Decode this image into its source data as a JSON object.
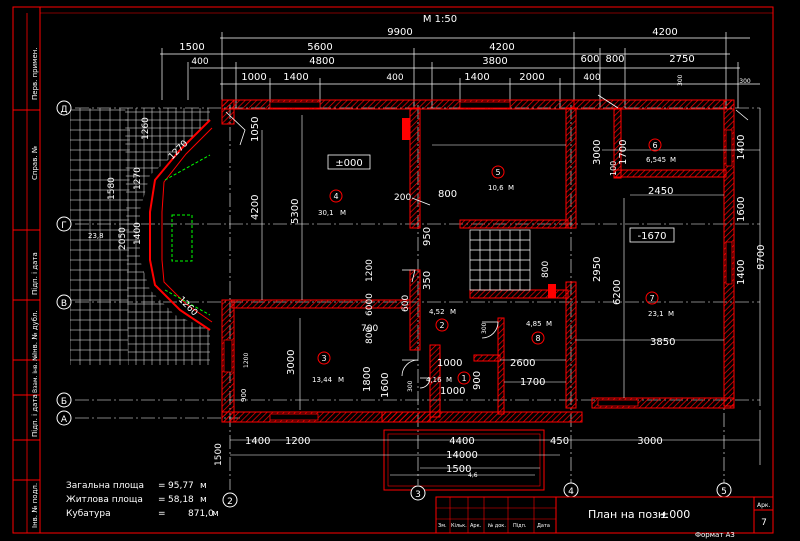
{
  "scale_label": "M 1:50",
  "dims_top": {
    "row1": [
      "9900",
      "4200"
    ],
    "row2": [
      "1500",
      "5600",
      "4200",
      "600",
      "800",
      "2750"
    ],
    "row3": [
      "400",
      "4800",
      "3800",
      "300"
    ],
    "row4": [
      "1000",
      "1400",
      "400",
      "1400",
      "2000",
      "400",
      "300"
    ]
  },
  "dims_interior": [
    "1050",
    "4200",
    "5300",
    "200",
    "800",
    "1700",
    "3000",
    "1400",
    "100",
    "2450",
    "1600",
    "1400",
    "8700",
    "950",
    "350",
    "1200",
    "800",
    "6000",
    "6200",
    "2950",
    "600",
    "800",
    "700",
    "1000",
    "2600",
    "1700",
    "3850",
    "1800",
    "1600",
    "3000",
    "1200",
    "900",
    "1000",
    "900",
    "300",
    "300"
  ],
  "dims_left_bay": [
    "1260",
    "1580",
    "1270",
    "2050",
    "1400",
    "1270",
    "1260"
  ],
  "dims_bottom": [
    "1400",
    "1200",
    "4400",
    "450",
    "3000",
    "14000",
    "1500",
    "1500"
  ],
  "levels": {
    "main": "±000",
    "low": "-1670"
  },
  "rooms": [
    {
      "num": "4",
      "area": "30,1"
    },
    {
      "num": "5",
      "area": "10,6"
    },
    {
      "num": "6",
      "area": "6,545"
    },
    {
      "num": "7",
      "area": "23,1"
    },
    {
      "num": "3",
      "area": "13,44"
    },
    {
      "num": "2",
      "area": "4,52"
    },
    {
      "num": "1",
      "area": "4,16"
    },
    {
      "num": "8",
      "area": "4,85"
    }
  ],
  "bay_area": "23,8",
  "porch_area": "4,6",
  "unit_m": "M",
  "unit_m2": "м²",
  "axes_left": [
    "Д",
    "Г",
    "В",
    "Б",
    "А"
  ],
  "axes_bottom": [
    "2",
    "3",
    "4",
    "5"
  ],
  "summary": [
    {
      "label": "Загальна площа",
      "eq": "=",
      "val": "95,77",
      "unit": "м"
    },
    {
      "label": "Житлова площа",
      "eq": "=",
      "val": "58,18",
      "unit": "м"
    },
    {
      "label": "Кубатура",
      "eq": "=",
      "val": "871,0",
      "unit": "м"
    }
  ],
  "stamp": {
    "cols": [
      "Зм.",
      "Кільк.",
      "Арк.",
      "№ док.",
      "Підп.",
      "Дата"
    ],
    "title": "План на позн.",
    "ref": "±000",
    "sheet_label": "Арк.",
    "sheet_no": "7",
    "format": "Формат А3"
  },
  "side_cells": [
    "Перв. примен.",
    "Справ. №",
    "Підп. і дата",
    "Інв. № дубл.",
    "Взам. інв. №",
    "Підп. і дата",
    "Інв. № подл."
  ],
  "colors": {
    "wall": "#ff0000",
    "dim": "#ffffff",
    "frame": "#ff0000",
    "axis": "#ffffff",
    "door": "#ffff00",
    "accent_green": "#00ff00"
  }
}
